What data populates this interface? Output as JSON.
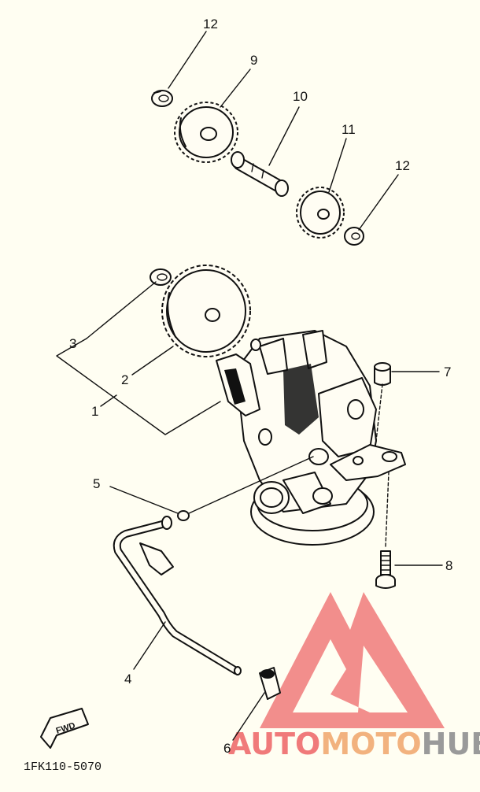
{
  "diagram": {
    "part_code": "1FK110-5070",
    "fwd_label": "FWD",
    "callouts": {
      "c1": "1",
      "c2": "2",
      "c3": "3",
      "c4": "4",
      "c5": "5",
      "c6": "6",
      "c7": "7",
      "c8": "8",
      "c9": "9",
      "c10": "10",
      "c11": "11",
      "c12a": "12",
      "c12b": "12"
    }
  },
  "watermark": {
    "text_part1": "AUTO",
    "text_part2": "MOTO",
    "text_part3": "HUB",
    "colors": {
      "part1": "#f07a7a",
      "part2": "#f2b27e",
      "part3": "#9a9a9a",
      "logo": "#f07a7a"
    }
  }
}
